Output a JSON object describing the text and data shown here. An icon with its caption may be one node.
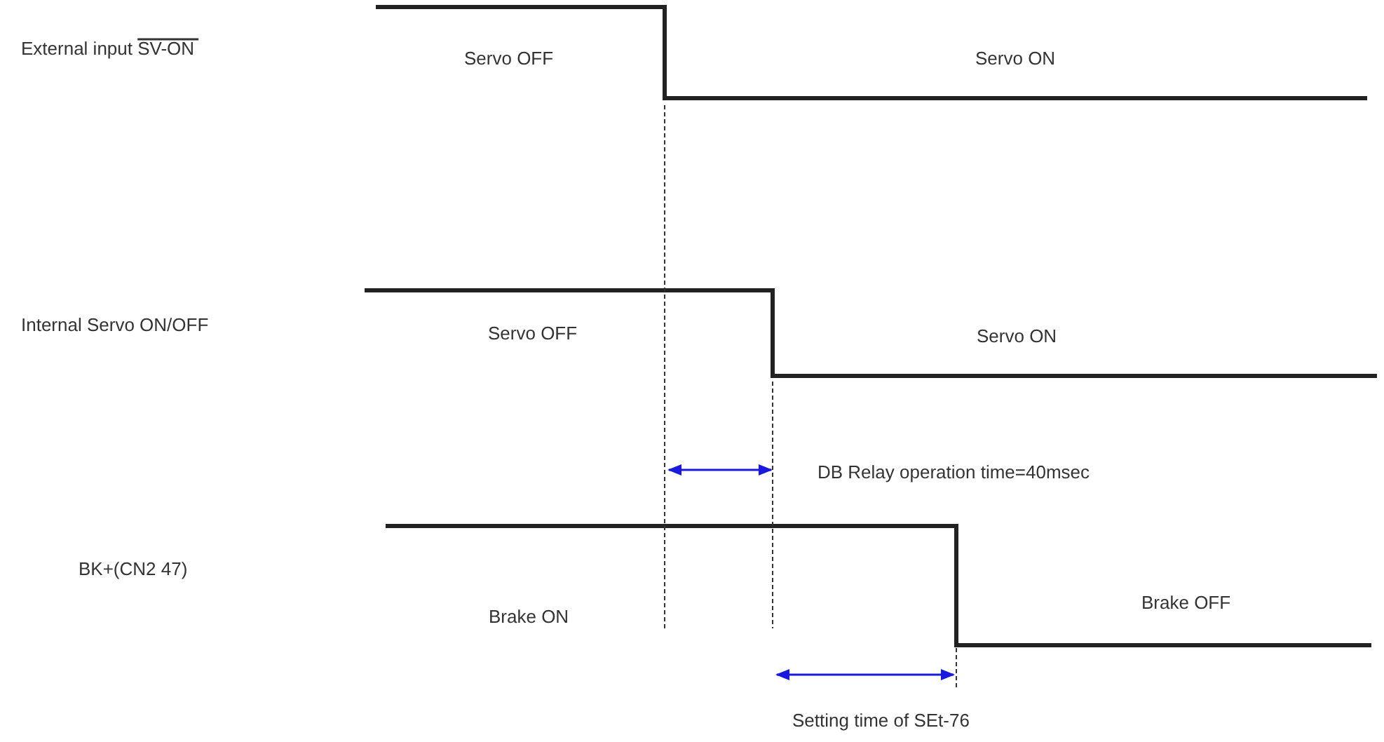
{
  "diagram": {
    "labels": [
      "External input SV-ON",
      "Servo OFF",
      "Servo ON",
      "Internal Servo ON/OFF",
      "Servo OFF",
      "Servo ON",
      "DB Relay operation time=40msec",
      "BK+(CN2 47)",
      "Brake ON",
      "Brake OFF",
      "Setting time of SEt-76"
    ]
  }
}
